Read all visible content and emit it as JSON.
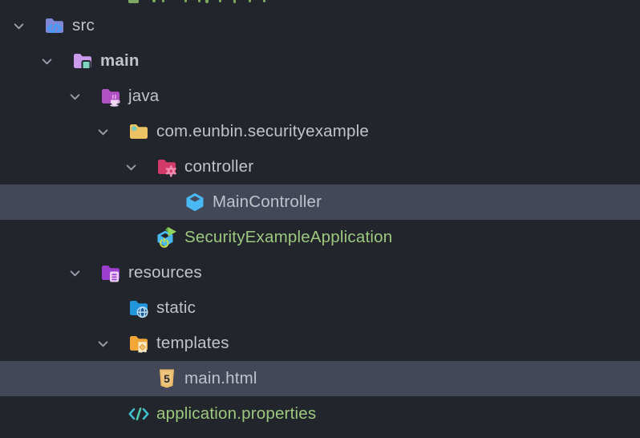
{
  "app": {
    "view": "project-file-tree"
  },
  "colors": {
    "background": "#22262c",
    "selection": "#434858",
    "text_default": "#bfc3cb",
    "text_green": "#9dc87e",
    "chevron": "#9aa0ab"
  },
  "tree": {
    "rows": [
      {
        "label": "src",
        "depth": 0,
        "icon": "folder-sources-icon",
        "expandable": true,
        "selected": false,
        "bold": false,
        "color": "default"
      },
      {
        "label": "main",
        "depth": 1,
        "icon": "folder-main-icon",
        "expandable": true,
        "selected": false,
        "bold": true,
        "color": "default"
      },
      {
        "label": "java",
        "depth": 2,
        "icon": "folder-java-icon",
        "expandable": true,
        "selected": false,
        "bold": false,
        "color": "default"
      },
      {
        "label": "com.eunbin.securityexample",
        "depth": 3,
        "icon": "package-icon",
        "expandable": true,
        "selected": false,
        "bold": false,
        "color": "default"
      },
      {
        "label": "controller",
        "depth": 4,
        "icon": "folder-controller-icon",
        "expandable": true,
        "selected": false,
        "bold": false,
        "color": "default"
      },
      {
        "label": "MainController",
        "depth": 5,
        "icon": "class-icon",
        "expandable": false,
        "selected": true,
        "bold": false,
        "color": "default"
      },
      {
        "label": "SecurityExampleApplication",
        "depth": 4,
        "icon": "run-application-icon",
        "expandable": false,
        "selected": false,
        "bold": false,
        "color": "green"
      },
      {
        "label": "resources",
        "depth": 2,
        "icon": "folder-resources-icon",
        "expandable": true,
        "selected": false,
        "bold": false,
        "color": "default"
      },
      {
        "label": "static",
        "depth": 3,
        "icon": "folder-web-icon",
        "expandable": false,
        "selected": false,
        "bold": false,
        "color": "default"
      },
      {
        "label": "templates",
        "depth": 3,
        "icon": "folder-templates-icon",
        "expandable": true,
        "selected": false,
        "bold": false,
        "color": "default"
      },
      {
        "label": "main.html",
        "depth": 4,
        "icon": "html-file-icon",
        "expandable": false,
        "selected": true,
        "bold": false,
        "color": "default"
      },
      {
        "label": "application.properties",
        "depth": 3,
        "icon": "code-file-icon",
        "expandable": false,
        "selected": false,
        "bold": false,
        "color": "green"
      }
    ]
  }
}
